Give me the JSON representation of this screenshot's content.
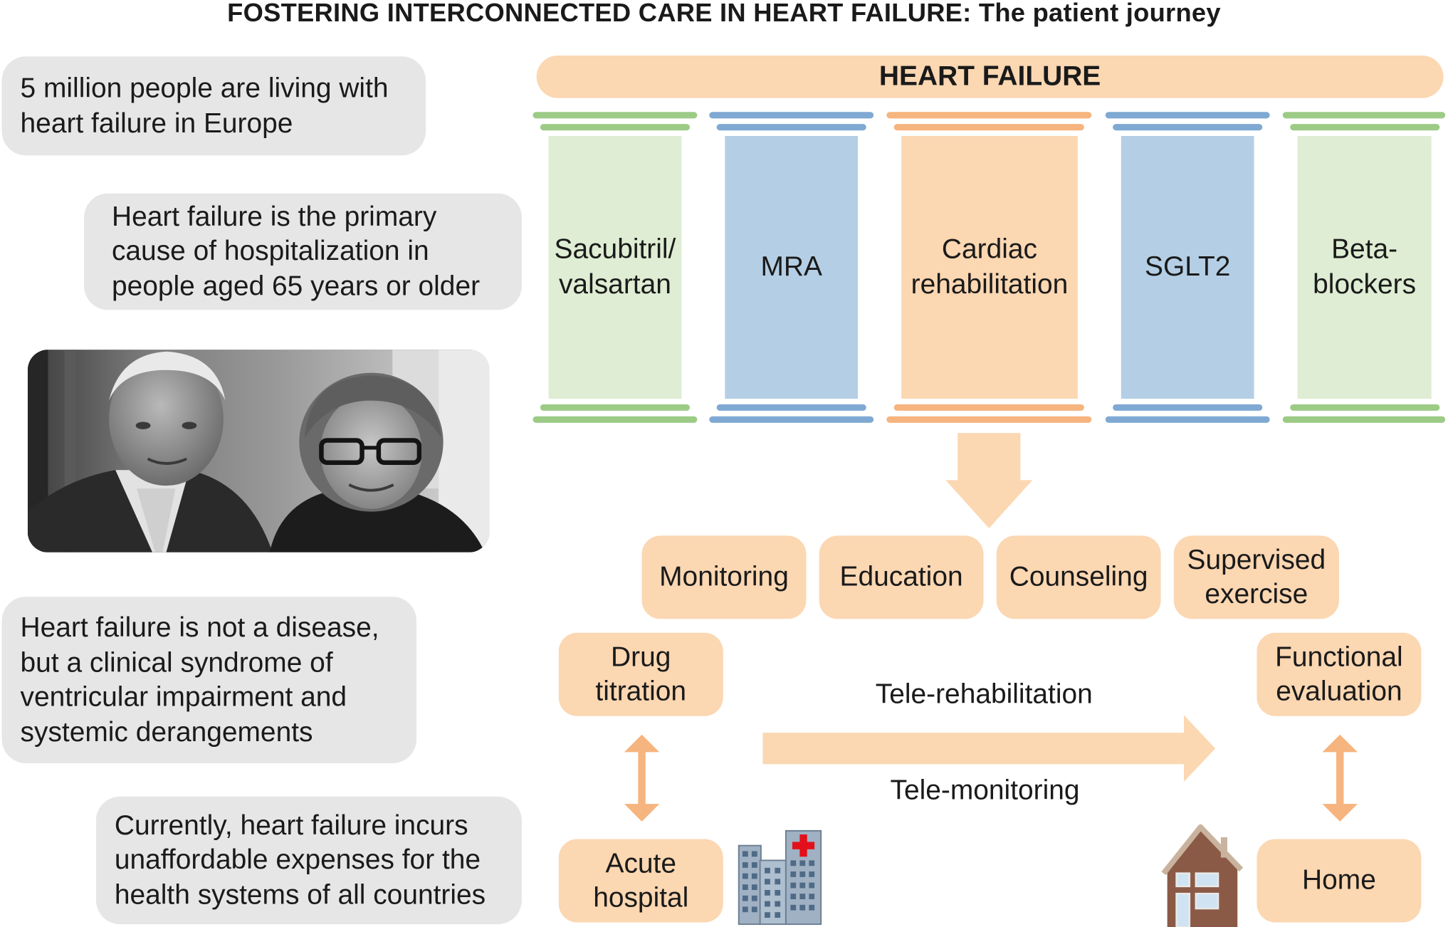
{
  "title": "FOSTERING INTERCONNECTED CARE IN HEART FAILURE: The patient journey",
  "facts": [
    {
      "lines": [
        "5 million people are living with",
        "heart failure in Europe"
      ]
    },
    {
      "lines": [
        "Heart failure is the primary",
        "cause of hospitalization in",
        "people aged 65 years or older"
      ]
    },
    {
      "lines": [
        "Heart failure is not a disease,",
        "but a clinical syndrome of",
        "ventricular impairment and",
        "systemic derangements"
      ]
    },
    {
      "lines": [
        "Currently, heart failure incurs",
        "unaffordable expenses for the",
        "health systems of all countries"
      ]
    }
  ],
  "banner": "HEART FAILURE",
  "pillars": [
    {
      "lines": [
        "Sacubitril/",
        "valsartan"
      ],
      "fill": "#deedd3",
      "bar": "#9ccb86"
    },
    {
      "lines": [
        "MRA"
      ],
      "fill": "#b4cfe5",
      "bar": "#7fa9d3"
    },
    {
      "lines": [
        "Cardiac",
        "rehabilitation"
      ],
      "fill": "#fbd7b2",
      "bar": "#f6b47e"
    },
    {
      "lines": [
        "SGLT2"
      ],
      "fill": "#b4cfe5",
      "bar": "#7fa9d3"
    },
    {
      "lines": [
        "Beta-",
        "blockers"
      ],
      "fill": "#deedd3",
      "bar": "#9ccb86"
    }
  ],
  "rehab_components": [
    {
      "lines": [
        "Monitoring"
      ]
    },
    {
      "lines": [
        "Education"
      ]
    },
    {
      "lines": [
        "Counseling"
      ]
    },
    {
      "lines": [
        "Supervised",
        "exercise"
      ]
    }
  ],
  "journey": {
    "drug_titration": [
      "Drug",
      "titration"
    ],
    "acute_hospital": [
      "Acute",
      "hospital"
    ],
    "functional_evaluation": [
      "Functional",
      "evaluation"
    ],
    "home": "Home",
    "tele_rehabilitation": "Tele-rehabilitation",
    "tele_monitoring": "Tele-monitoring"
  },
  "icons": {
    "photo": "elderly-couple-photo",
    "hospital": "hospital-building-icon",
    "home": "house-icon"
  },
  "colors": {
    "peach": "#fbd7b2",
    "green": "#deedd3",
    "blue": "#b4cfe5",
    "grey_box": "#e6e6e6",
    "red_cross": "#e3101c"
  }
}
